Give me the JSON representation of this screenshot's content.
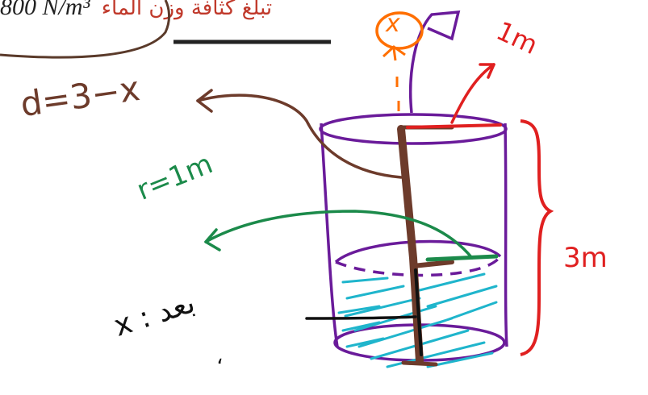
{
  "header": {
    "math": "800 N/m³",
    "arabic": "تبلغ كثافة وزن الماء"
  },
  "annotations": {
    "depth": "d=3−x",
    "radius": "r=1m",
    "top_radius": "1m",
    "height": "3m",
    "x_mark": "x",
    "x_label": "x : بعد",
    "x_label_sub": "،"
  },
  "colors": {
    "cylinder": "#6a1b9a",
    "water": "#1fb5cc",
    "height_brace": "#e02020",
    "radius_arrow": "#e02020",
    "x_mark": "#ff6f00",
    "depth_line": "#6d3b2b",
    "radius_label": "#1b8a4a",
    "x_line": "#111111"
  }
}
